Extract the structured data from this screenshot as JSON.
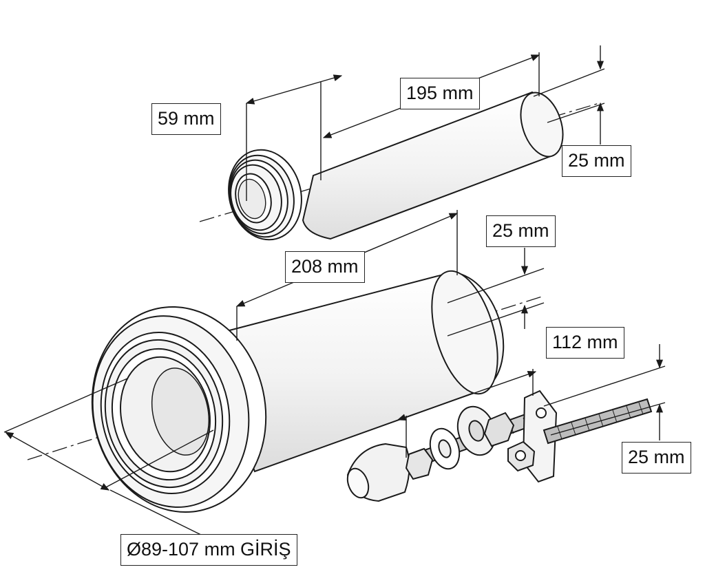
{
  "title": "",
  "labels": {
    "small_pipe_socket": "59 mm",
    "small_pipe_length": "195 mm",
    "small_pipe_offset": "25 mm",
    "large_pipe_length": "208 mm",
    "large_pipe_offset": "25 mm",
    "bolt_length": "112 mm",
    "bolt_offset": "25 mm",
    "inlet_diameter": "Ø89-107 mm GİRİŞ"
  },
  "colors": {
    "line": "#1a1a1a",
    "pipe_fill": "#f4f4f4",
    "shade": "#e2e2e2"
  }
}
